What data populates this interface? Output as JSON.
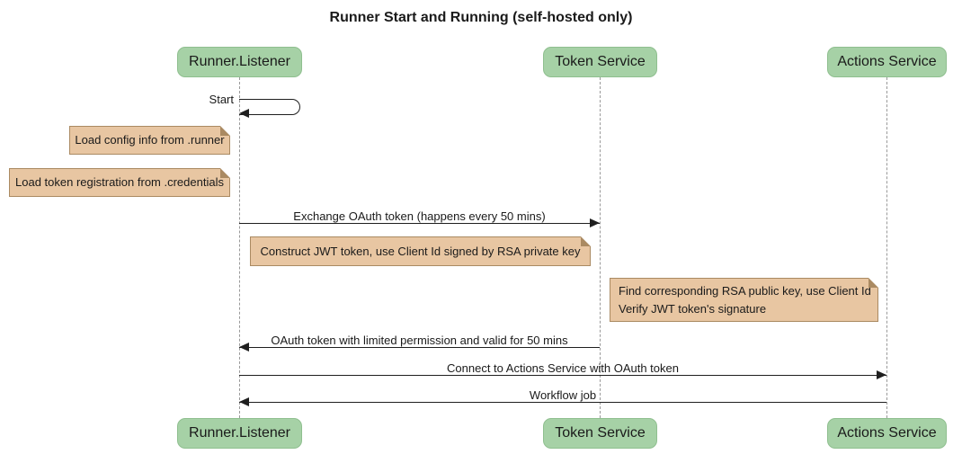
{
  "diagram": {
    "title": "Runner Start and Running (self-hosted only)",
    "type": "sequence-diagram"
  },
  "participants": [
    {
      "name": "Runner.Listener"
    },
    {
      "name": "Token Service"
    },
    {
      "name": "Actions Service"
    }
  ],
  "messages": [
    {
      "label": "Start",
      "from": "Runner.Listener",
      "to": "Runner.Listener",
      "kind": "self"
    },
    {
      "label": "Exchange OAuth token (happens every 50 mins)",
      "from": "Runner.Listener",
      "to": "Token Service",
      "kind": "solid-arrow"
    },
    {
      "label": "OAuth token with limited permission and valid for 50 mins",
      "from": "Token Service",
      "to": "Runner.Listener",
      "kind": "solid-arrow"
    },
    {
      "label": "Connect to Actions Service with OAuth token",
      "from": "Runner.Listener",
      "to": "Actions Service",
      "kind": "solid-arrow"
    },
    {
      "label": "Workflow job",
      "from": "Actions Service",
      "to": "Runner.Listener",
      "kind": "solid-arrow"
    }
  ],
  "notes": [
    {
      "lines": [
        "Load config info from .runner"
      ],
      "position": "left of Runner.Listener"
    },
    {
      "lines": [
        "Load token registration from .credentials"
      ],
      "position": "left of Runner.Listener"
    },
    {
      "lines": [
        "Construct JWT token, use Client Id signed by RSA private key"
      ],
      "position": "over Runner.Listener and Token Service"
    },
    {
      "lines": [
        "Find corresponding RSA public key, use Client Id",
        "Verify JWT token's signature"
      ],
      "position": "left of Actions Service"
    }
  ],
  "colors": {
    "actor_fill": "#a6d1a6",
    "actor_border": "#8fbf8f",
    "note_fill": "#e8c6a2",
    "note_border": "#aa8a62",
    "lifeline": "#999999",
    "arrow": "#1f1f1f"
  }
}
